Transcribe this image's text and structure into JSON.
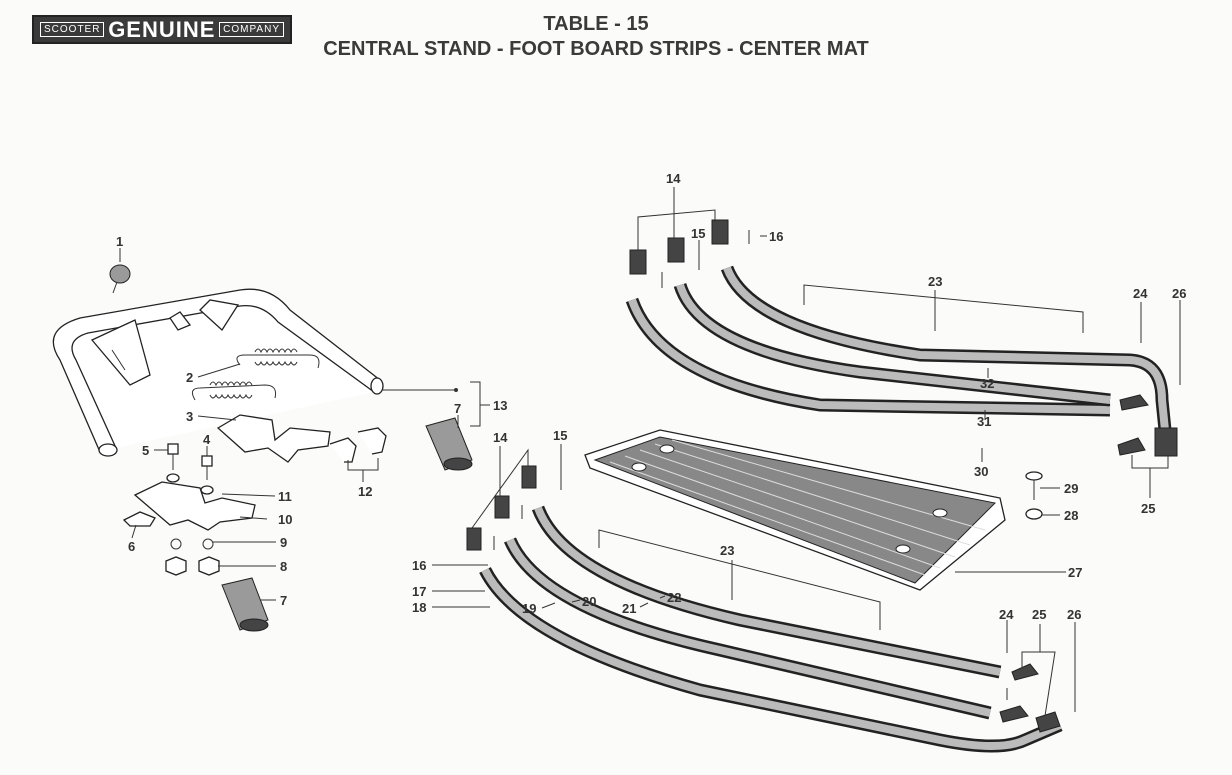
{
  "logo": {
    "left": "SCOOTER",
    "center": "GENUINE",
    "right": "COMPANY"
  },
  "header": {
    "table": "TABLE - 15",
    "subtitle": "CENTRAL STAND - FOOT BOARD STRIPS - CENTER MAT"
  },
  "callouts": {
    "c1": "1",
    "c2": "2",
    "c3": "3",
    "c4": "4",
    "c5": "5",
    "c6": "6",
    "c7a": "7",
    "c7b": "7",
    "c8": "8",
    "c9": "9",
    "c10": "10",
    "c11": "11",
    "c12": "12",
    "c13": "13",
    "c14a": "14",
    "c14b": "14",
    "c15a": "15",
    "c15b": "15",
    "c16a": "16",
    "c16b": "16",
    "c17": "17",
    "c18": "18",
    "c19": "19",
    "c20": "20",
    "c21": "21",
    "c22": "22",
    "c23a": "23",
    "c23b": "23",
    "c24a": "24",
    "c24b": "24",
    "c25a": "25",
    "c25b": "25",
    "c26a": "26",
    "c26b": "26",
    "c27": "27",
    "c28": "28",
    "c29": "29",
    "c30": "30",
    "c31": "31",
    "c32": "32"
  }
}
